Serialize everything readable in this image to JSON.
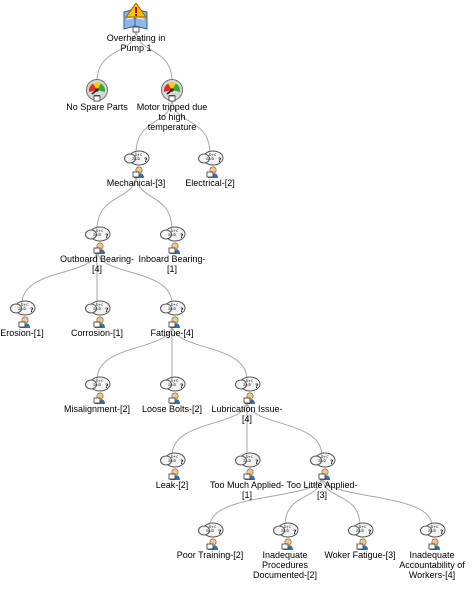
{
  "colors": {
    "connector": "#a8a8a8",
    "text": "#000000",
    "cloud": "#f4f4f4",
    "warning": "#f5c400",
    "gauge_red": "#e03020",
    "gauge_green": "#3aa63a"
  },
  "nodes": {
    "root": {
      "label": "Overheating in\nPump 1",
      "icon": "warning-report-icon"
    },
    "no_spare_parts": {
      "label": "No Spare Parts",
      "icon": "gauge-icon"
    },
    "motor_tripped": {
      "label": "Motor tripped due\nto high\ntemperature",
      "icon": "gauge-icon"
    },
    "mechanical": {
      "label": "Mechanical-[3]",
      "icon": "thinking-person-icon"
    },
    "electrical": {
      "label": "Electrical-[2]",
      "icon": "thinking-person-icon"
    },
    "outboard_bearing": {
      "label": "Outboard Bearing-\n[4]",
      "icon": "thinking-person-icon"
    },
    "inboard_bearing": {
      "label": "Inboard Bearing-\n[1]",
      "icon": "thinking-person-icon"
    },
    "erosion": {
      "label": "Erosion-[1]",
      "icon": "thinking-person-icon"
    },
    "corrosion": {
      "label": "Corrosion-[1]",
      "icon": "thinking-person-icon"
    },
    "fatigue": {
      "label": "Fatigue-[4]",
      "icon": "thinking-person-icon"
    },
    "misalignment": {
      "label": "Misalignment-[2]",
      "icon": "thinking-person-icon"
    },
    "loose_bolts": {
      "label": "Loose Bolts-[2]",
      "icon": "thinking-person-icon"
    },
    "lubrication_issue": {
      "label": "Lubrication Issue-\n[4]",
      "icon": "thinking-person-icon"
    },
    "leak": {
      "label": "Leak-[2]",
      "icon": "thinking-person-icon"
    },
    "too_much_applied": {
      "label": "Too Much Applied-\n[1]",
      "icon": "thinking-person-icon"
    },
    "too_little_applied": {
      "label": "Too Little Applied-\n[3]",
      "icon": "thinking-person-icon"
    },
    "poor_training": {
      "label": "Poor Training-[2]",
      "icon": "thinking-person-icon"
    },
    "inadequate_procedures": {
      "label": "Inadequate\nProcedures\nDocumented-[2]",
      "icon": "thinking-person-icon"
    },
    "woker_fatigue": {
      "label": "Woker Fatigue-[3]",
      "icon": "thinking-person-icon"
    },
    "inadequate_accountability": {
      "label": "Inadequate\nAccountability of\nWorkers-[4]",
      "icon": "thinking-person-icon"
    }
  },
  "edges": [
    [
      "root",
      "no_spare_parts"
    ],
    [
      "root",
      "motor_tripped"
    ],
    [
      "motor_tripped",
      "mechanical"
    ],
    [
      "motor_tripped",
      "electrical"
    ],
    [
      "mechanical",
      "outboard_bearing"
    ],
    [
      "mechanical",
      "inboard_bearing"
    ],
    [
      "outboard_bearing",
      "erosion"
    ],
    [
      "outboard_bearing",
      "corrosion"
    ],
    [
      "outboard_bearing",
      "fatigue"
    ],
    [
      "fatigue",
      "misalignment"
    ],
    [
      "fatigue",
      "loose_bolts"
    ],
    [
      "fatigue",
      "lubrication_issue"
    ],
    [
      "lubrication_issue",
      "leak"
    ],
    [
      "lubrication_issue",
      "too_much_applied"
    ],
    [
      "lubrication_issue",
      "too_little_applied"
    ],
    [
      "too_little_applied",
      "poor_training"
    ],
    [
      "too_little_applied",
      "inadequate_procedures"
    ],
    [
      "too_little_applied",
      "woker_fatigue"
    ],
    [
      "too_little_applied",
      "inadequate_accountability"
    ]
  ]
}
